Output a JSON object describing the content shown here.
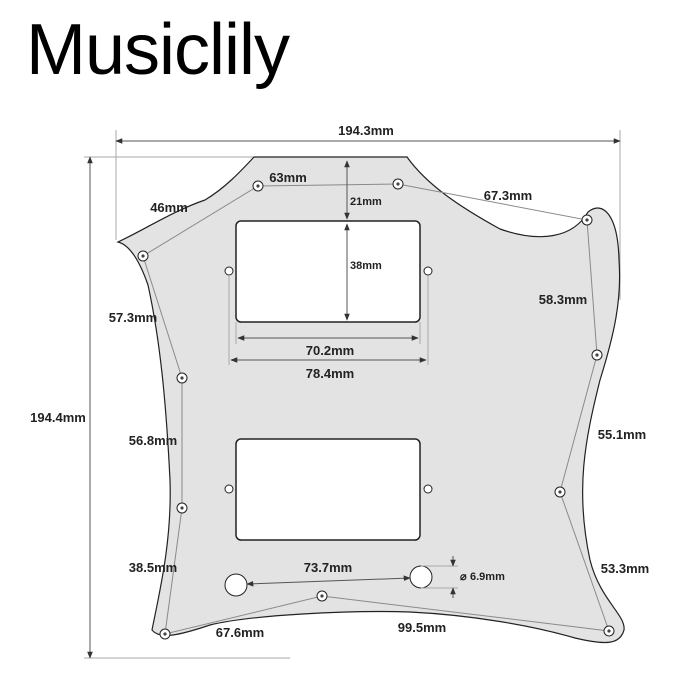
{
  "brand": "Musiclily",
  "dimensions": {
    "overall_width": "194.3mm",
    "overall_height": "194.4mm",
    "top_hole_spacing": "63mm",
    "neck_to_pickup": "21mm",
    "pickup_cavity_height": "38mm",
    "pickup_cavity_width": "70.2mm",
    "pickup_screw_spacing": "78.4mm",
    "upper_left_diag": "46mm",
    "upper_right_diag": "67.3mm",
    "left_upper": "57.3mm",
    "right_upper": "58.3mm",
    "left_middle": "56.8mm",
    "right_middle": "55.1mm",
    "left_lower": "38.5mm",
    "right_lower": "53.3mm",
    "control_spacing": "73.7mm",
    "control_hole_diameter": "6.9mm",
    "bottom_left": "67.6mm",
    "bottom_right": "99.5mm"
  }
}
